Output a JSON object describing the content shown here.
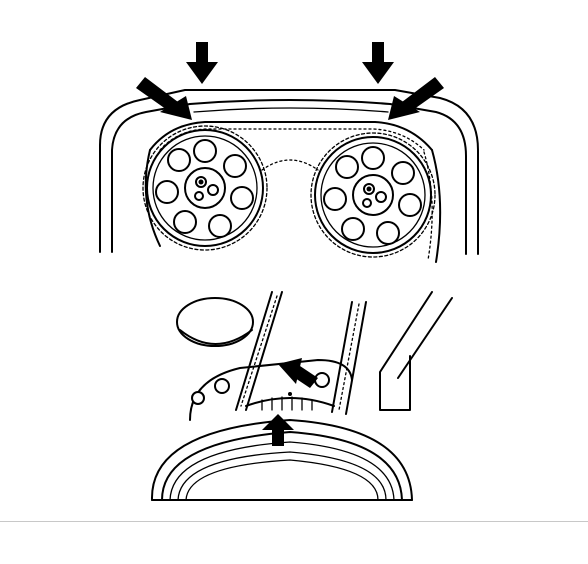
{
  "figure": {
    "panels": [
      {
        "id": "camshaft-sprockets",
        "markers": 4,
        "sprockets": 2
      },
      {
        "id": "crankshaft-pulley",
        "markers": 2
      }
    ],
    "colors": {
      "ink": "#000000",
      "paper": "#ffffff",
      "divider": "#c8c8c8"
    }
  }
}
